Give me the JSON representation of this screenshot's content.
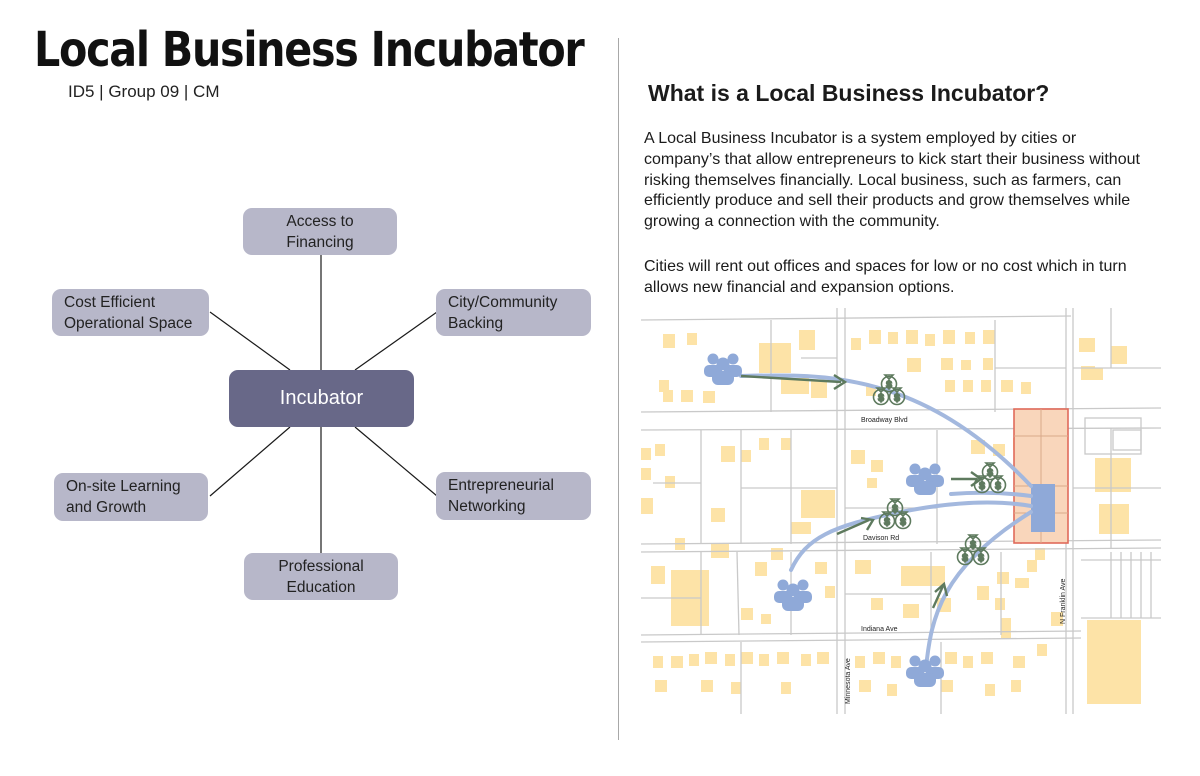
{
  "header": {
    "title": "Local Business Incubator",
    "subtitle": "ID5 | Group 09 | CM"
  },
  "diagram": {
    "hub": "Incubator",
    "nodes": [
      {
        "id": "access-to-financing",
        "label": "Access to Financing"
      },
      {
        "id": "city-community-backing",
        "label": "City/Community Backing"
      },
      {
        "id": "entrepreneurial-networking",
        "label": "Entrepreneurial Networking"
      },
      {
        "id": "professional-education",
        "label": "Professional Education"
      },
      {
        "id": "on-site-learning",
        "label": "On-site Learning and Growth"
      },
      {
        "id": "cost-efficient-space",
        "label": "Cost Efficient Operational Space"
      }
    ]
  },
  "info": {
    "heading": "What is a Local Business Incubator?",
    "paragraphs": [
      "A Local Business Incubator is a system employed by cities or company’s that allow entrepreneurs to kick start their business without risking themselves financially. Local business, such as farmers, can efficiently produce and sell their products and grow themselves while growing a connection with the community.",
      "Cities will rent out offices and spaces for low or no cost which in turn allows new financial and expansion options."
    ]
  },
  "map": {
    "streets": {
      "broadway": "Broadway Blvd",
      "davison": "Davison Rd",
      "indiana": "Indiana Ave",
      "minnesota": "Minnesota Ave",
      "franklin": "N Franklin Ave"
    },
    "colors": {
      "building": "#fde3a7",
      "people": "#8fa9d8",
      "flow": "#a3b8de",
      "money": "#5e7a5e",
      "incubator_zone": "#f9d6bb",
      "incubator_border": "#e06a5a"
    }
  }
}
